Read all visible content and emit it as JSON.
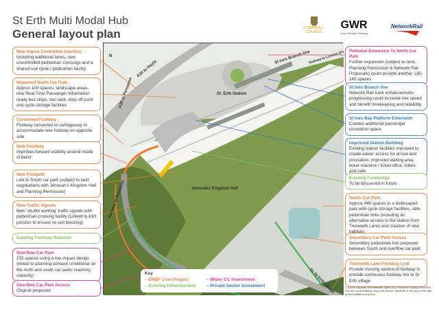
{
  "header": {
    "title": "St Erth Multi Modal Hub",
    "subtitle": "General layout plan"
  },
  "logos": {
    "cornwall": "CORNWALL COUNCIL",
    "gwr": "GWR",
    "gwr_sub": "Great Western Railway",
    "network_rail": "NetworkRail"
  },
  "colors": {
    "erdf": "#f07a30",
    "existing": "#7cc35a",
    "wider_cc": "#e2358c",
    "private": "#2f78c4"
  },
  "left_callouts": [
    {
      "title": "New Signal Controlled Junction",
      "text": "Including additional lanes, new uncontrolled pedestrian crossings and a shared use cycle / pedestrian facility"
    },
    {
      "title": "Improved North Car Park",
      "text": "Approx 100 spaces, landscape areas, new Real Time Passenger Information ready bus stops, taxi rank, drop off point and cycle storage facilities"
    },
    {
      "title": "Converted Footway",
      "text": "Footway converted to carriageway to accommodate new footway on opposite side"
    },
    {
      "title": "New Footway",
      "text": "Improves forward visibility around inside of bend"
    },
    {
      "title": "New Footpath",
      "text": "Link to South car park (subject to land negotiations with Jehovah's Kingdom Hall and Planning Permission)"
    },
    {
      "title": "New Traffic Signals",
      "text": "New 'shuttle working' traffic signals with pedestrian crossing facility (Linked to A30 junction to ensure no exit blocking)"
    },
    {
      "title": "Existing Footway Retained",
      "text": ""
    },
    {
      "title": "Overflow Car Park",
      "text": "232 spaces using a low impact design (linked to planning consent conditional on the north and south car parks reaching capacity)"
    },
    {
      "title": "Overflow Car Park Access",
      "text": "Original proposed"
    }
  ],
  "right_callouts": [
    {
      "title": "Potential Extension To North Car Park",
      "text": "Further expansion (subject to land, Planning Permission & Network Rail Proposals) could provide another 130-140 spaces"
    },
    {
      "title": "St Ives Branch line",
      "text": "Network Rail track enhancements progressing could increase line speed and benefit timekeeping and reliability"
    },
    {
      "title": "St Ives Bay Platform Extension",
      "text": "Creates additional passenger circulation space"
    },
    {
      "title": "Improved Station Building",
      "text": "Existing station facilities improved to create easier access for arrival and circulation, improved waiting area, ticket machine / ticket office, toilets and café"
    },
    {
      "title": "Existing Footbridge",
      "text": "To be discussed in future"
    },
    {
      "title": "South Car Park",
      "text": "Approx 440 spaces in a landscaped park with cycle storage facilities, safe pedestrian links (including an alternative access to the station from Treloweth Lane) and creation of new habitats"
    },
    {
      "title": "Secondary Car Park Access",
      "text": "Secondary pedestrian link proposed between South and overflow car park"
    },
    {
      "title": "Treloweth Lane Footway Link",
      "text": "Provide missing section of footway to provide continuous footway link to St Erth village"
    }
  ],
  "map": {
    "north": "N",
    "a30_hayle": "A30 to Hayle",
    "a30_penzance": "A30 to Penzance",
    "st_ives_branch": "St Ives Branch line",
    "railway_london": "Railway to London (Paddington)",
    "station": "St. Erth Station",
    "kingdom_hall": "Jehovahs Kingdom Hall",
    "railway_penzance": "Railway to Penzance",
    "st_erth_village": "To St Erth village"
  },
  "key": {
    "title": "Key",
    "items": [
      "ERDF Core Project",
      "Existing Infrastructure",
      "Wider CC Investment",
      "Private Sector Investment"
    ]
  },
  "copyright": "© Crown copyright and database rights 2011 Ordnance Survey 100049047. You are not permitted to copy, sub-licence, distribute or sell any of this data to third parties in any form."
}
